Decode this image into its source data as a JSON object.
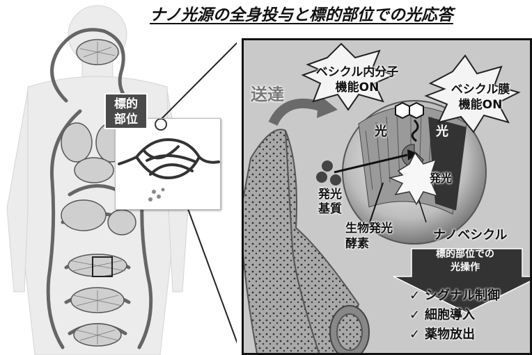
{
  "title": "ナノ光源の全身投与と標的部位での光応答",
  "target_site_label": [
    "標的",
    "部位"
  ],
  "delivery_label": "送達",
  "vesicle_internal_label": [
    "ベシクル内分子",
    "機能ON"
  ],
  "vesicle_membrane_label": [
    "ベシクル膜",
    "機能ON"
  ],
  "light_label_left": "光",
  "light_label_right": "光",
  "emission_label": "発光",
  "substrate_label": [
    "発光",
    "基質"
  ],
  "enzyme_label": [
    "生物発光",
    "酵素"
  ],
  "nanovesicle_label": "ナノベシクル",
  "light_operation_label": [
    "標的部位での",
    "光操作"
  ],
  "effects": [
    "シグナル制御",
    "細胞導入",
    "薬物放出"
  ],
  "colors": {
    "panel_bg": "#c9c9c9",
    "arrow_dark": "#333333",
    "vesicle": "#bdbdbd"
  }
}
